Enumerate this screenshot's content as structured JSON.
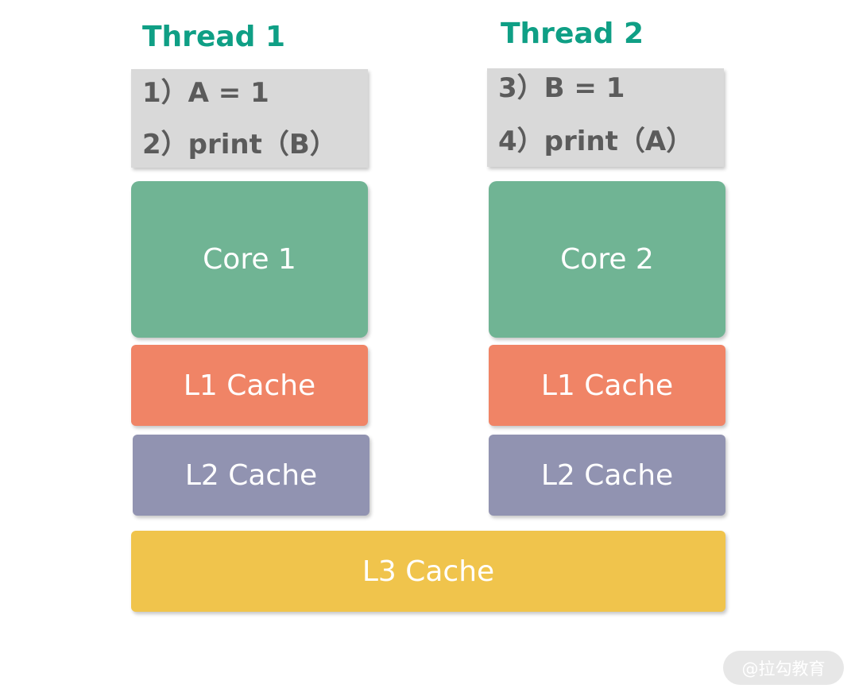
{
  "colors": {
    "title": "#0f9f85",
    "code_bg": "#d9d9d9",
    "core": "#70b494",
    "l1": "#f08466",
    "l2": "#9193b1",
    "l3": "#f0c44c"
  },
  "threads": [
    {
      "title": "Thread 1",
      "code": [
        "1）A = 1",
        "2）print（B）"
      ],
      "core": "Core 1",
      "l1": "L1 Cache",
      "l2": "L2 Cache"
    },
    {
      "title": "Thread 2",
      "code": [
        "3）B = 1",
        "4）print（A）"
      ],
      "core": "Core 2",
      "l1": "L1 Cache",
      "l2": "L2 Cache"
    }
  ],
  "l3": "L3 Cache",
  "watermark": "@拉勾教育"
}
